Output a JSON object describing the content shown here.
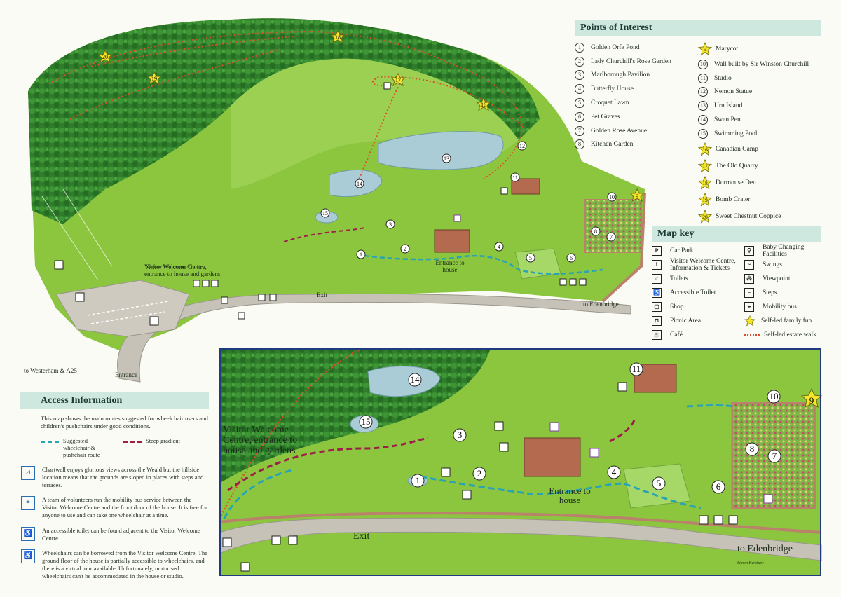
{
  "poi": {
    "title": "Points of Interest",
    "left": [
      {
        "n": "1",
        "label": "Golden Orfe Pond"
      },
      {
        "n": "2",
        "label": "Lady Churchill's Rose Garden"
      },
      {
        "n": "3",
        "label": "Marlborough Pavilion"
      },
      {
        "n": "4",
        "label": "Butterfly House"
      },
      {
        "n": "5",
        "label": "Croquet Lawn"
      },
      {
        "n": "6",
        "label": "Pet Graves"
      },
      {
        "n": "7",
        "label": "Golden Rose Avenue"
      },
      {
        "n": "8",
        "label": "Kitchen Garden"
      }
    ],
    "right": [
      {
        "n": "9",
        "label": "Marycot",
        "star": true
      },
      {
        "n": "10",
        "label": "Wall built by Sir Winston Churchill"
      },
      {
        "n": "11",
        "label": "Studio"
      },
      {
        "n": "12",
        "label": "Nemon Statue"
      },
      {
        "n": "13",
        "label": "Urn Island"
      },
      {
        "n": "14",
        "label": "Swan Pen"
      },
      {
        "n": "15",
        "label": "Swimming Pool"
      },
      {
        "n": "16",
        "label": "Canadian Camp",
        "star": true
      },
      {
        "n": "17",
        "label": "The Old Quarry",
        "star": true
      },
      {
        "n": "18",
        "label": "Dormouse Den",
        "star": true
      },
      {
        "n": "19",
        "label": "Bomb Crater",
        "star": true
      },
      {
        "n": "20",
        "label": "Sweet Chestnut Coppice",
        "star": true
      }
    ]
  },
  "key": {
    "title": "Map key",
    "left": [
      {
        "icon": "P",
        "label": "Car Park"
      },
      {
        "icon": "i",
        "label": "Visitor Welcome Centre, Information & Tickets"
      },
      {
        "icon": "♂",
        "label": "Toilets"
      },
      {
        "icon": "♿",
        "label": "Accessible Toilet"
      },
      {
        "icon": "▢",
        "label": "Shop"
      },
      {
        "icon": "⊓",
        "label": "Picnic Area"
      },
      {
        "icon": "☕",
        "label": "Café"
      }
    ],
    "right": [
      {
        "icon": "⚲",
        "label": "Baby Changing Facilities"
      },
      {
        "icon": "~",
        "label": "Swings"
      },
      {
        "icon": "⁂",
        "label": "Viewpoint"
      },
      {
        "icon": "⌐",
        "label": "Steps"
      },
      {
        "icon": "⚭",
        "label": "Mobility bus"
      },
      {
        "icon": "star",
        "label": "Self-led family fun"
      },
      {
        "icon": "walk",
        "label": "Self-led estate walk"
      }
    ]
  },
  "access": {
    "title": "Access Information",
    "intro": "This map shows the main routes suggested for wheelchair users and children's pushchairs under good conditions.",
    "legend_wheelchair": "Suggested wheelchair & pushchair route",
    "legend_steep": "Steep gradient",
    "paras": [
      {
        "icon": "⊿",
        "text": "Chartwell enjoys glorious views across the Weald but the hillside location means that the grounds are sloped in places with steps and terraces."
      },
      {
        "icon": "⚭",
        "text": "A team of volunteers run the mobility bus service between the Visitor Welcome Centre and the front door of the house. It is free for anyone to use and can take one wheelchair at a time."
      },
      {
        "icon": "♿",
        "text": "An accessible toilet can be found adjacent to the Visitor Welcome Centre."
      },
      {
        "icon": "♿",
        "text": "Wheelchairs can be borrowed from the Visitor Welcome Centre. The ground floor of the house is partially accessible to wheelchairs, and there is a virtual tour available. Unfortunately, motorised wheelchairs can't be accommodated in the house or studio."
      }
    ]
  },
  "map": {
    "vwc": "Visitor Welcome Centre, entrance to house and gardens",
    "entrance_house": "Entrance to house",
    "exit": "Exit",
    "to_edenbridge": "to Edenbridge",
    "to_westerham": "to Westerham & A25",
    "entrance": "Entrance",
    "inset_vwc": "Visitor Welcome Centre, entrance to house and gardens",
    "inset_entrance_house": "Entrance to house",
    "inset_exit": "Exit",
    "inset_to_edenbridge": "to Edenbridge",
    "signature": "Simon Kershaw",
    "markers_main": [
      "1",
      "2",
      "3",
      "4",
      "5",
      "6",
      "7",
      "8",
      "9",
      "10",
      "11",
      "12",
      "13",
      "14",
      "15",
      "16",
      "17",
      "18",
      "19",
      "20"
    ],
    "markers_inset": [
      "1",
      "2",
      "3",
      "4",
      "5",
      "6",
      "7",
      "8",
      "9",
      "10",
      "11",
      "14",
      "15"
    ]
  },
  "colors": {
    "grass": "#8cc63f",
    "forest": "#2f7d2a",
    "water": "#a9ccd6",
    "road": "#c7c2b8",
    "wall": "#b9826a",
    "walk": "#d9502a",
    "wheelchair_route": "#2aa3b3",
    "steep": "#9c1f4a",
    "header_bg": "#cfe8df",
    "star": "#f5e52a",
    "inset_border": "#1f3a80"
  }
}
